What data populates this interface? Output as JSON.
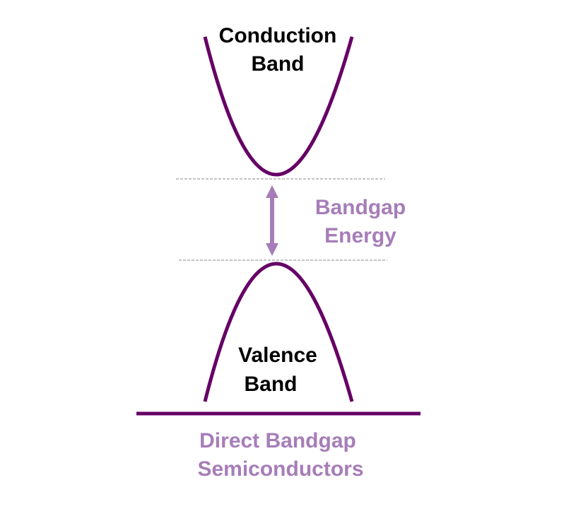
{
  "labels": {
    "conduction_line1": "Conduction",
    "conduction_line2": "Band",
    "bandgap_line1": "Bandgap",
    "bandgap_line2": "Energy",
    "valence_line1": "Valence",
    "valence_line2": "Band",
    "caption_line1": "Direct Bandgap",
    "caption_line2": "Semiconductors"
  },
  "colors": {
    "band": "#660066",
    "accent": "#a67db8",
    "dashed": "#888888"
  }
}
